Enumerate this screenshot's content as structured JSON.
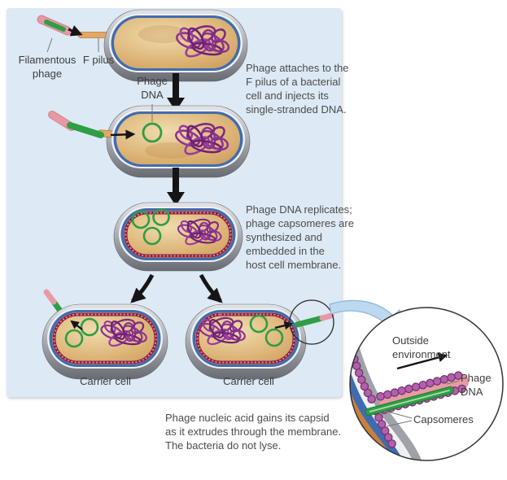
{
  "labels": {
    "filamentous_phage": "Filamentous\nphage",
    "f_pilus": "F pilus",
    "phage_dna": "Phage\nDNA",
    "carrier_cell_left": "Carrier cell",
    "carrier_cell_right": "Carrier cell",
    "outside_environment": "Outside\nenvironment",
    "phage_dna_zoom": "Phage\nDNA",
    "capsomeres": "Capsomeres"
  },
  "captions": {
    "step1": "Phage attaches to the\nF pilus of a bacterial\ncell and injects its\nsingle-stranded DNA.",
    "step2": "Phage DNA replicates;\nphage capsomeres are\nsynthesized and\nembedded in the\nhost cell membrane.",
    "step3": "Phage nucleic acid gains its capsid\nas it extrudes through the membrane.\nThe bacteria do not lyse."
  },
  "colors": {
    "panel_bg": "#dde9f4",
    "membrane_blue": "#3f6cb0",
    "cytoplasm_tan": "#dcb277",
    "phage_pink": "#e89aa4",
    "phage_green": "#2f9e44",
    "dna_purple": "#8c3191",
    "capsomere_purple": "#b35fae",
    "capsid_maroon": "#8a2040",
    "zoom_arrow_blue": "#bcd9ef"
  }
}
